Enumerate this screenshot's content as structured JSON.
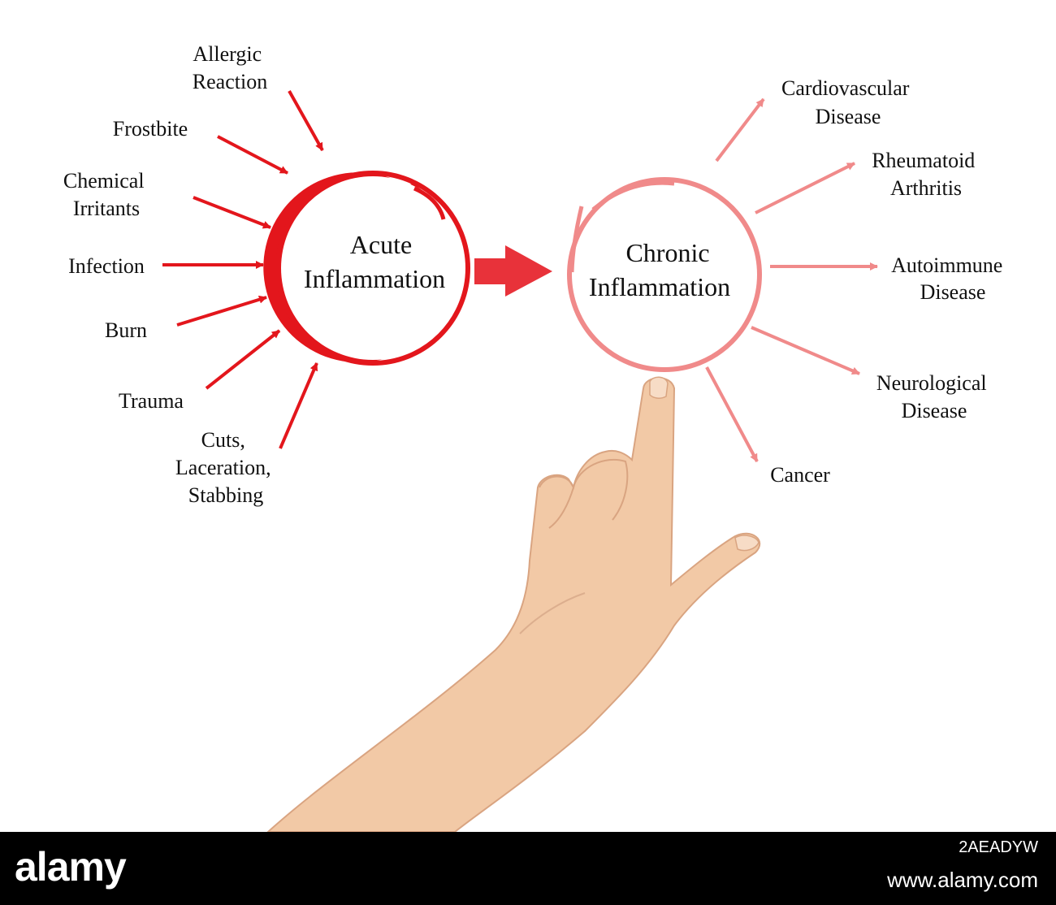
{
  "colors": {
    "acute": "#e3161c",
    "chronic": "#f08a8a",
    "connector": "#e8323a",
    "text": "#111111",
    "skin": "#f2c9a6"
  },
  "acute": {
    "line1": "Acute",
    "line2": "Inflammation"
  },
  "chronic": {
    "line1": "Chronic",
    "line2": "Inflammation"
  },
  "causes": [
    {
      "lines": [
        "Allergic",
        "Reaction"
      ]
    },
    {
      "lines": [
        "Frostbite"
      ]
    },
    {
      "lines": [
        "Chemical",
        "Irritants"
      ]
    },
    {
      "lines": [
        "Infection"
      ]
    },
    {
      "lines": [
        "Burn"
      ]
    },
    {
      "lines": [
        "Trauma"
      ]
    },
    {
      "lines": [
        "Cuts,",
        "Laceration,",
        "Stabbing"
      ]
    }
  ],
  "outcomes": [
    {
      "lines": [
        "Cardiovascular",
        "Disease"
      ]
    },
    {
      "lines": [
        "Rheumatoid",
        "Arthritis"
      ]
    },
    {
      "lines": [
        "Autoimmune",
        "Disease"
      ]
    },
    {
      "lines": [
        "Neurological",
        "Disease"
      ]
    },
    {
      "lines": [
        "Cancer"
      ]
    }
  ],
  "illustration": {
    "icon": "pointing-hand-icon"
  },
  "footer": {
    "brand": "alamy",
    "image_id": "2AEADYW",
    "site": "www.alamy.com"
  }
}
